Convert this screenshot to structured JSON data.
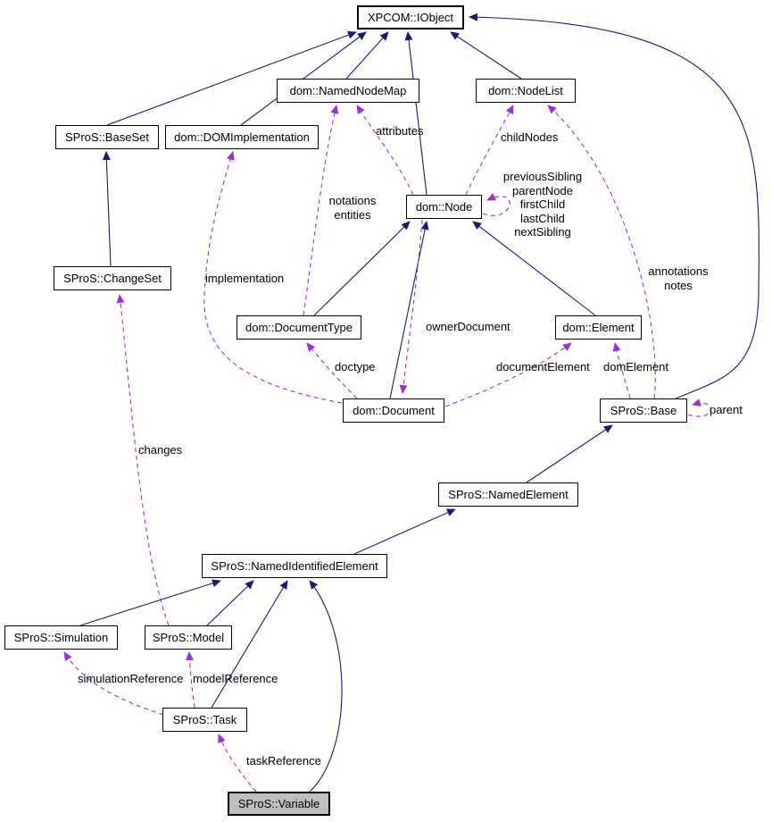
{
  "diagram_type": "collaboration-graph",
  "colors": {
    "inheritance_edge": "#191970",
    "usage_edge": "#9a32cd",
    "box_fill": "#ffffff",
    "box_border": "#000000",
    "selected_fill": "#bfbfbf"
  },
  "nodes": {
    "iobject": "XPCOM::IObject",
    "namednodemap": "dom::NamedNodeMap",
    "nodelist": "dom::NodeList",
    "baseset": "SProS::BaseSet",
    "domimplementation": "dom::DOMImplementation",
    "node": "dom::Node",
    "changeset": "SProS::ChangeSet",
    "documenttype": "dom::DocumentType",
    "element": "dom::Element",
    "document": "dom::Document",
    "base": "SProS::Base",
    "namedelement": "SProS::NamedElement",
    "namedidentifiedelement": "SProS::NamedIdentifiedElement",
    "simulation": "SProS::Simulation",
    "model": "SProS::Model",
    "task": "SProS::Task",
    "variable": "SProS::Variable"
  },
  "edge_labels": {
    "attributes": "attributes",
    "child_nodes": "childNodes",
    "notations_entities": "notations\nentities",
    "node_self": "previousSibling\nparentNode\nfirstChild\nlastChild\nnextSibling",
    "implementation": "implementation",
    "annotations_notes": "annotations\nnotes",
    "doctype": "doctype",
    "owner_document": "ownerDocument",
    "document_element": "documentElement",
    "dom_element": "domElement",
    "parent": "parent",
    "changes": "changes",
    "simulation_reference": "simulationReference",
    "model_reference": "modelReference",
    "task_reference": "taskReference"
  }
}
